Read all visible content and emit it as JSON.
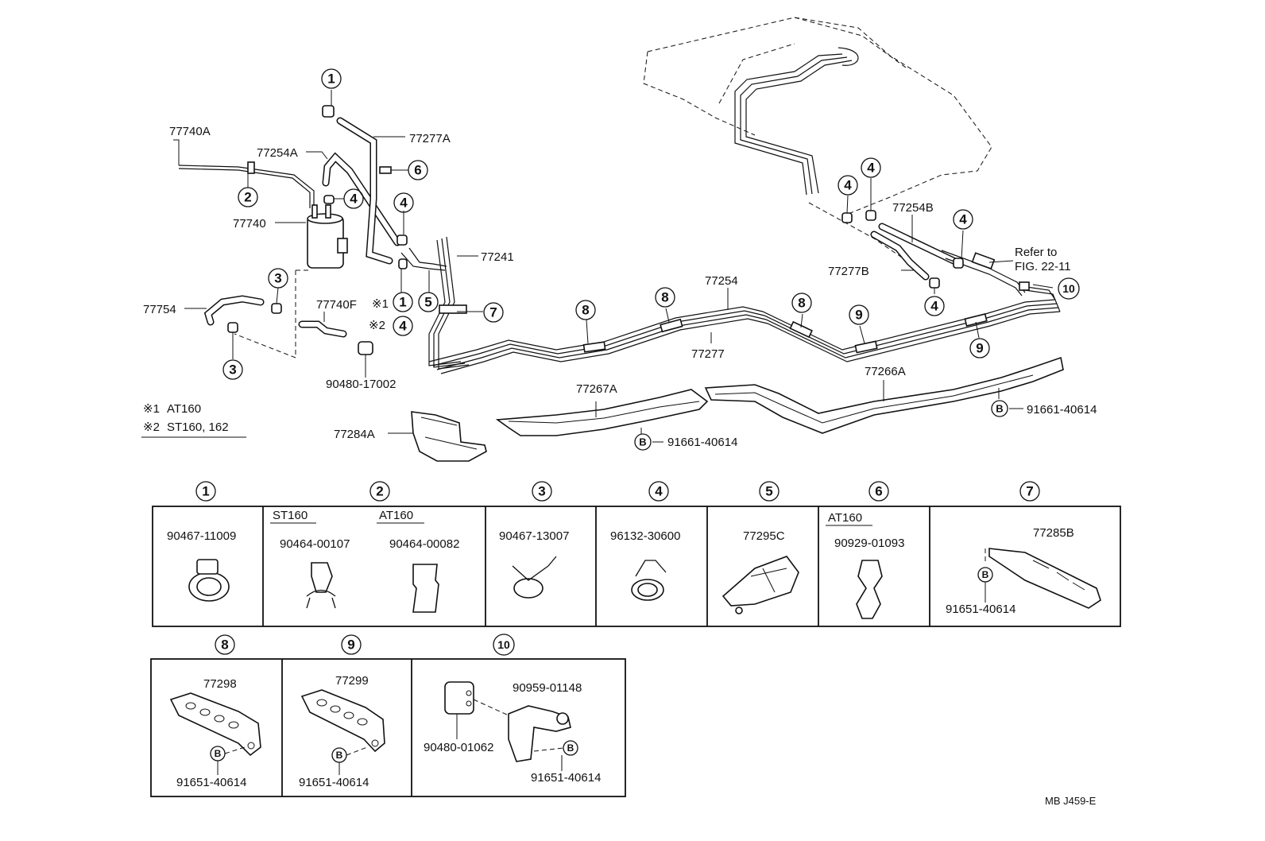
{
  "labels": {
    "p77740A": "77740A",
    "p77254A": "77254A",
    "p77277A": "77277A",
    "p77740": "77740",
    "p77241": "77241",
    "p77754": "77754",
    "p77740F": "77740F",
    "p90480_17002": "90480-17002",
    "p77254": "77254",
    "p77277": "77277",
    "p77254B": "77254B",
    "p77277B": "77277B",
    "refer1": "Refer to",
    "refer2": "FIG. 22-11",
    "p77267A": "77267A",
    "p77266A": "77266A",
    "p91661_a": "91661-40614",
    "p91661_b": "91661-40614",
    "p77284A": "77284A",
    "note1_mark": "※1",
    "note2_mark": "※2",
    "note1": "AT160",
    "note2": "ST160, 162",
    "footer": "MB J459-E"
  },
  "callouts": {
    "n1": "1",
    "n2": "2",
    "n3": "3",
    "n4": "4",
    "n5": "5",
    "n6": "6",
    "n7": "7",
    "n8": "8",
    "n9": "9",
    "n10": "10",
    "b": "B"
  },
  "table1": {
    "c1_part": "90467-11009",
    "c2_sub1": "ST160",
    "c2_sub2": "AT160",
    "c2_part1": "90464-00107",
    "c2_part2": "90464-00082",
    "c3_part": "90467-13007",
    "c4_part": "96132-30600",
    "c5_part": "77295C",
    "c6_sub": "AT160",
    "c6_part": "90929-01093",
    "c7_part1": "77285B",
    "c7_part2": "91651-40614"
  },
  "table2": {
    "c8_part1": "77298",
    "c8_part2": "91651-40614",
    "c9_part1": "77299",
    "c9_part2": "91651-40614",
    "c10_part1": "90959-01148",
    "c10_part2": "90480-01062",
    "c10_part3": "91651-40614"
  }
}
